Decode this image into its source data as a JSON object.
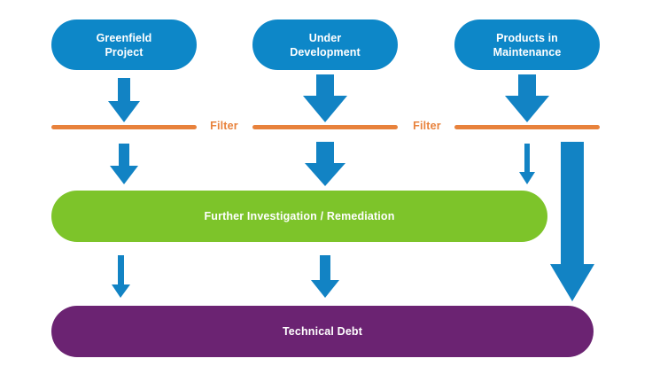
{
  "diagram": {
    "title_nodes": {
      "greenfield": "Greenfield\nProject",
      "greenfield_line1": "Greenfield",
      "greenfield_line2": "Project",
      "under_line1": "Under",
      "under_line2": "Development",
      "products_line1": "Products in",
      "products_line2": "Maintenance"
    },
    "filters": {
      "label_1": "Filter",
      "label_2": "Filter"
    },
    "stages": {
      "remediation": "Further Investigation / Remediation",
      "technical_debt": "Technical Debt"
    },
    "colors": {
      "blue": "#0d87c8",
      "orange": "#e8823c",
      "green": "#7dc42a",
      "purple": "#6b2372",
      "background": "#ffffff",
      "text_on_fill": "#ffffff"
    },
    "icons": {
      "arrow_down": "arrow-down-icon"
    },
    "flow": [
      {
        "from": "Greenfield Project",
        "through": "Filter",
        "to": "Further Investigation / Remediation",
        "then": "Technical Debt"
      },
      {
        "from": "Under Development",
        "through": "Filter",
        "to": "Further Investigation / Remediation",
        "then": "Technical Debt"
      },
      {
        "from": "Products in Maintenance",
        "through": "Filter",
        "to": "Further Investigation / Remediation",
        "bypass": "Technical Debt"
      }
    ]
  }
}
